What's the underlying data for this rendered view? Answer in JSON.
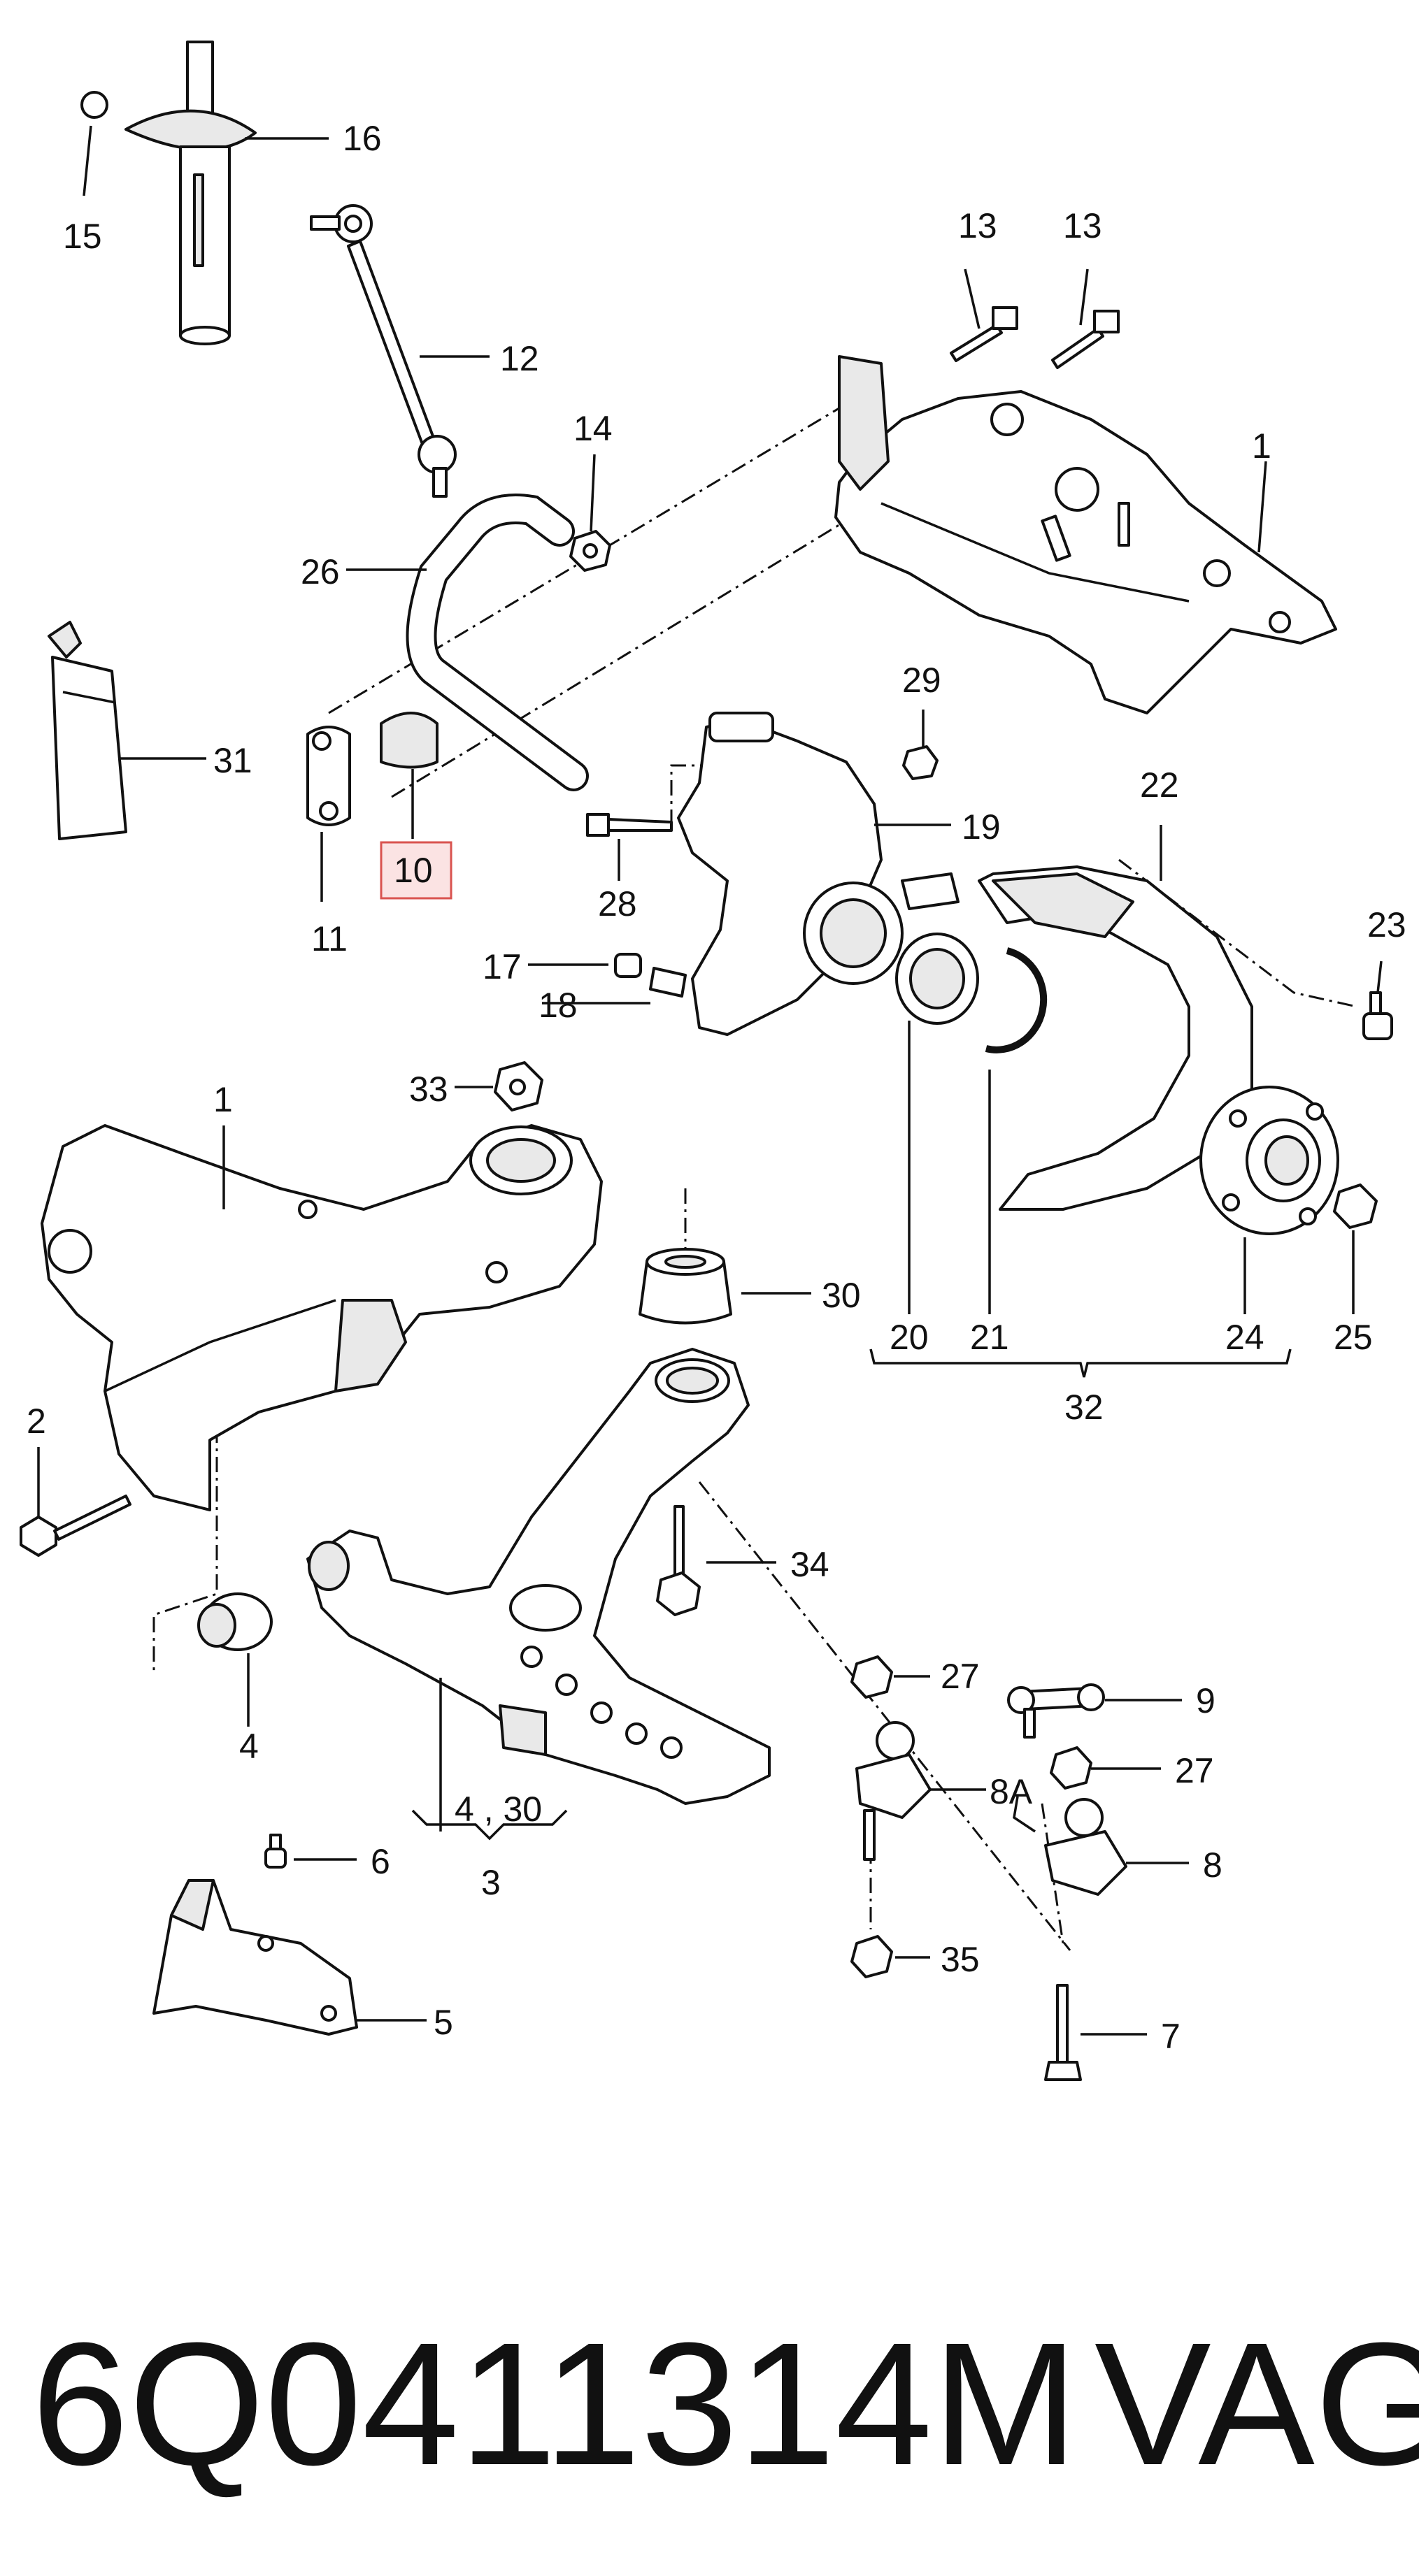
{
  "labels": {
    "l1_top": "1",
    "l1_bottom": "1",
    "l2": "2",
    "l3": "3",
    "l4": "4",
    "l4_30": "4 , 30",
    "l5": "5",
    "l6": "6",
    "l7": "7",
    "l8": "8",
    "l8a": "8A",
    "l9": "9",
    "l10": "10",
    "l11": "11",
    "l12": "12",
    "l13a": "13",
    "l13b": "13",
    "l14": "14",
    "l15": "15",
    "l16": "16",
    "l17": "17",
    "l18": "18",
    "l19": "19",
    "l20": "20",
    "l21": "21",
    "l22": "22",
    "l23": "23",
    "l24": "24",
    "l25": "25",
    "l26": "26",
    "l27a": "27",
    "l27b": "27",
    "l28": "28",
    "l29": "29",
    "l30": "30",
    "l31": "31",
    "l32": "32",
    "l33": "33",
    "l34": "34",
    "l35": "35"
  },
  "caption": {
    "part_number": "6Q0411314M",
    "brand": "VAG"
  },
  "colors": {
    "highlight_stroke": "#d9534f",
    "highlight_fill": "#fbe3e3"
  }
}
